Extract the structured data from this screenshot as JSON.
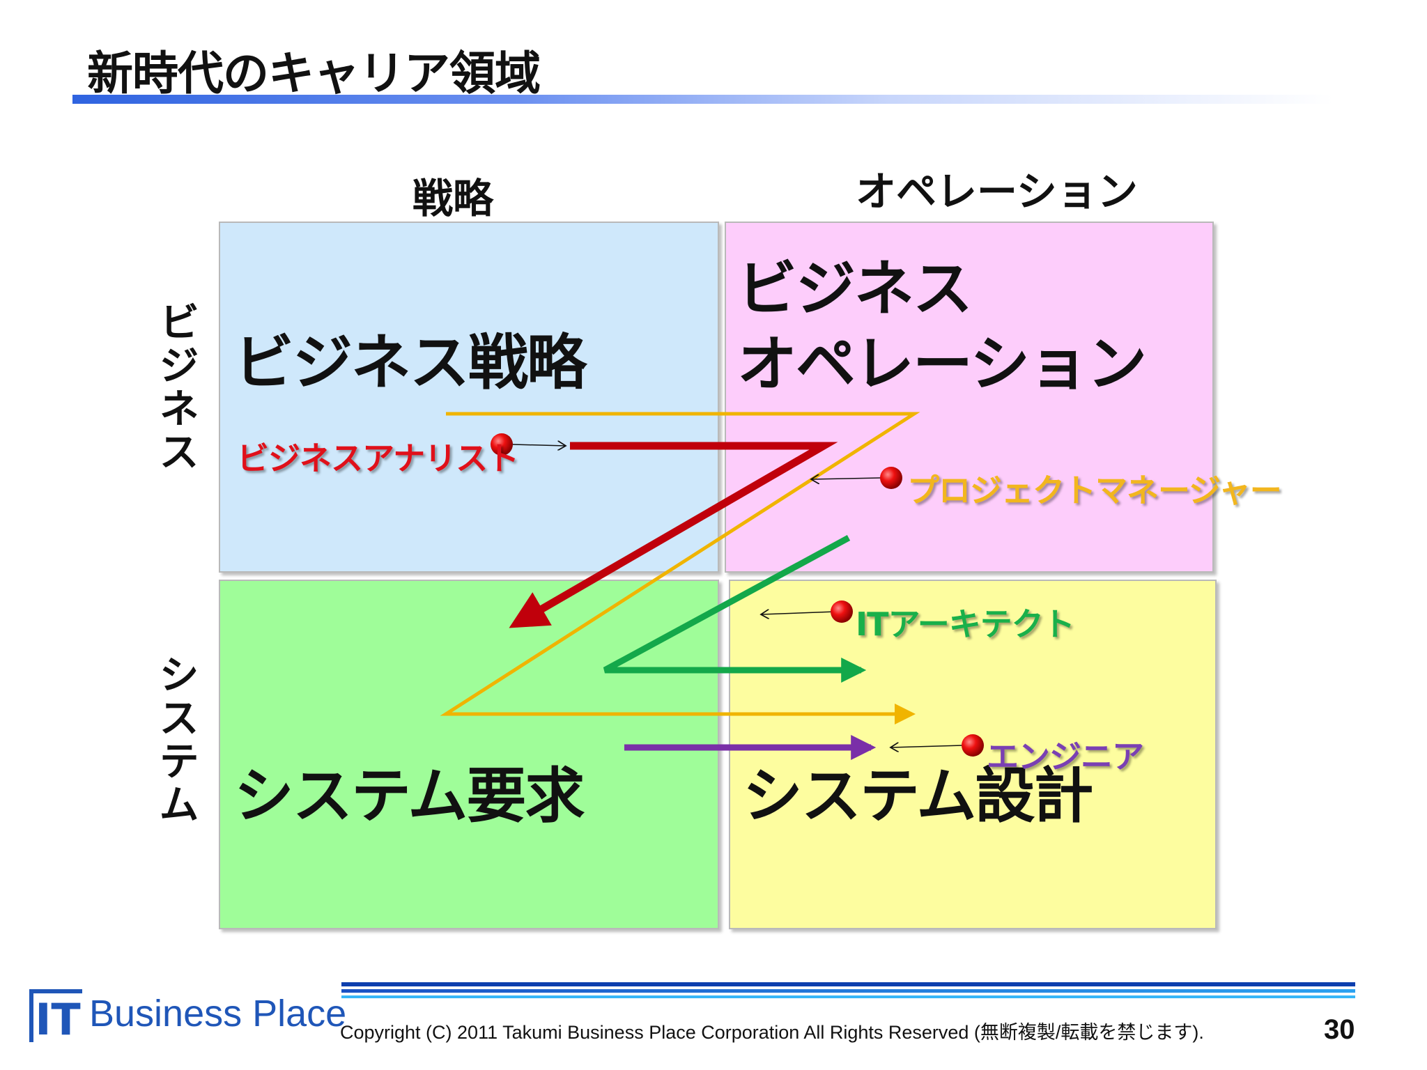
{
  "slide": {
    "title": "新時代のキャリア領域",
    "page_number": "30"
  },
  "columns": {
    "left": "戦略",
    "right": "オペレーション"
  },
  "rows": {
    "top": "ビジネス",
    "bottom": "システム"
  },
  "quadrants": {
    "business_strategy": "ビジネス戦略",
    "business_operation_line1": "ビジネス",
    "business_operation_line2": "オペレーション",
    "system_requirements": "システム要求",
    "system_design": "システム設計"
  },
  "roles": [
    {
      "name": "ビジネスアナリスト",
      "color": "#e0101a"
    },
    {
      "name": "プロジェクトマネージャー",
      "color": "#f2b61e"
    },
    {
      "name": "ITアーキテクト",
      "color": "#19b04a"
    },
    {
      "name": "エンジニア",
      "color": "#7a3fb3"
    }
  ],
  "colors": {
    "strategy_quadrant": "#cfe8fb",
    "operation_quadrant": "#fdcdfb",
    "system_requirements_quadrant": "#9ffd99",
    "system_design_quadrant": "#fdfd9f",
    "brand_blue": "#1f56b8"
  },
  "footer": {
    "logo_mark": "IT",
    "logo_text": "Business Place",
    "copyright": "Copyright (C) 2011 Takumi Business Place Corporation All Rights Reserved (無断複製/転載を禁じます)."
  }
}
